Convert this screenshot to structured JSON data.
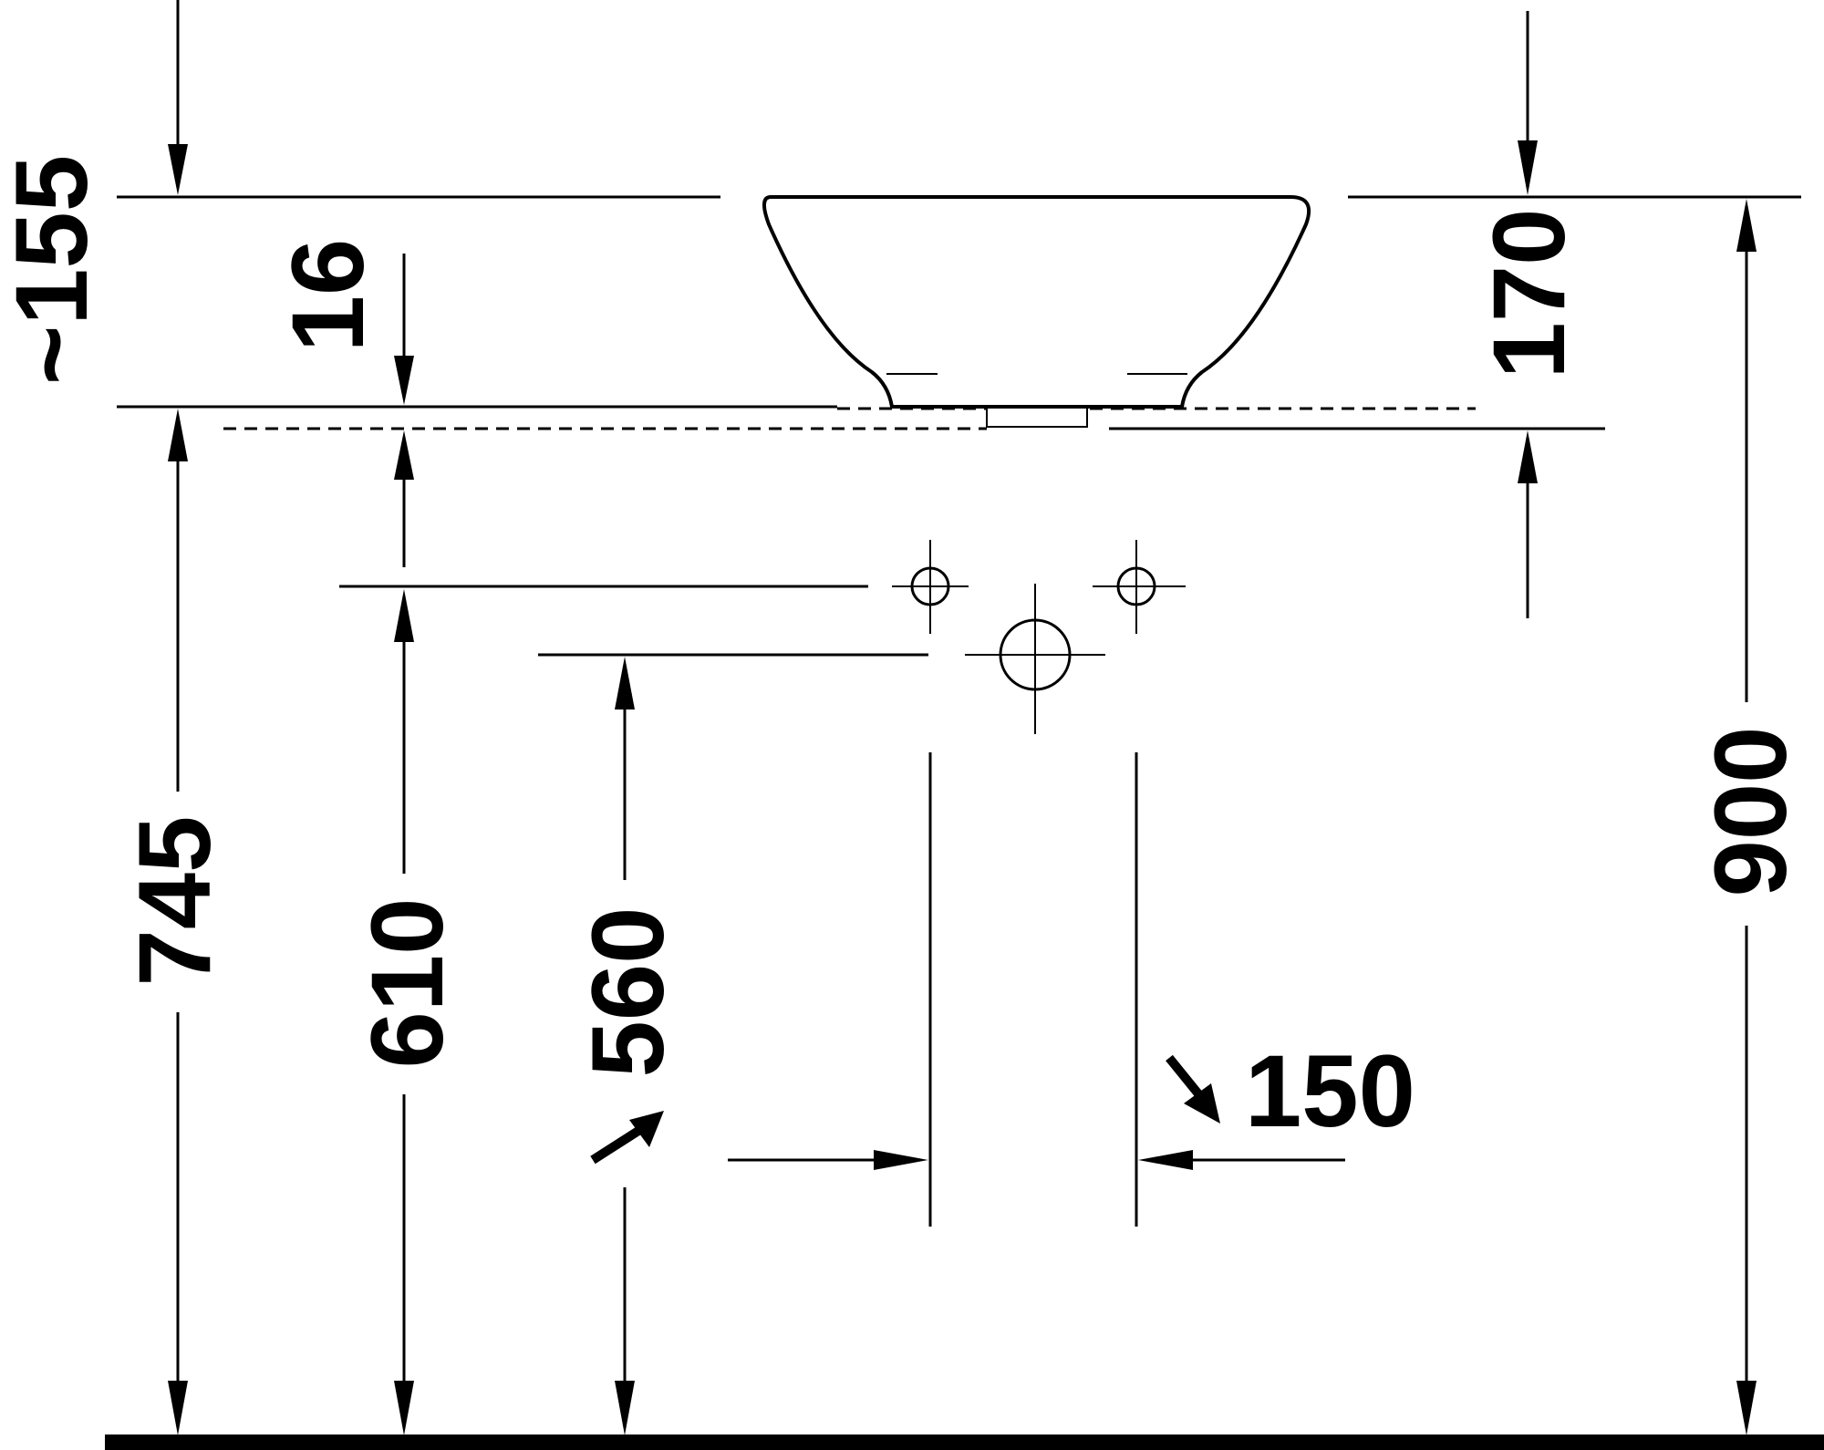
{
  "dimensions": {
    "d155": "~155",
    "d16": "16",
    "d170": "170",
    "d900": "900",
    "d745": "745",
    "d610": "610",
    "d560": "560",
    "d150": "150"
  }
}
